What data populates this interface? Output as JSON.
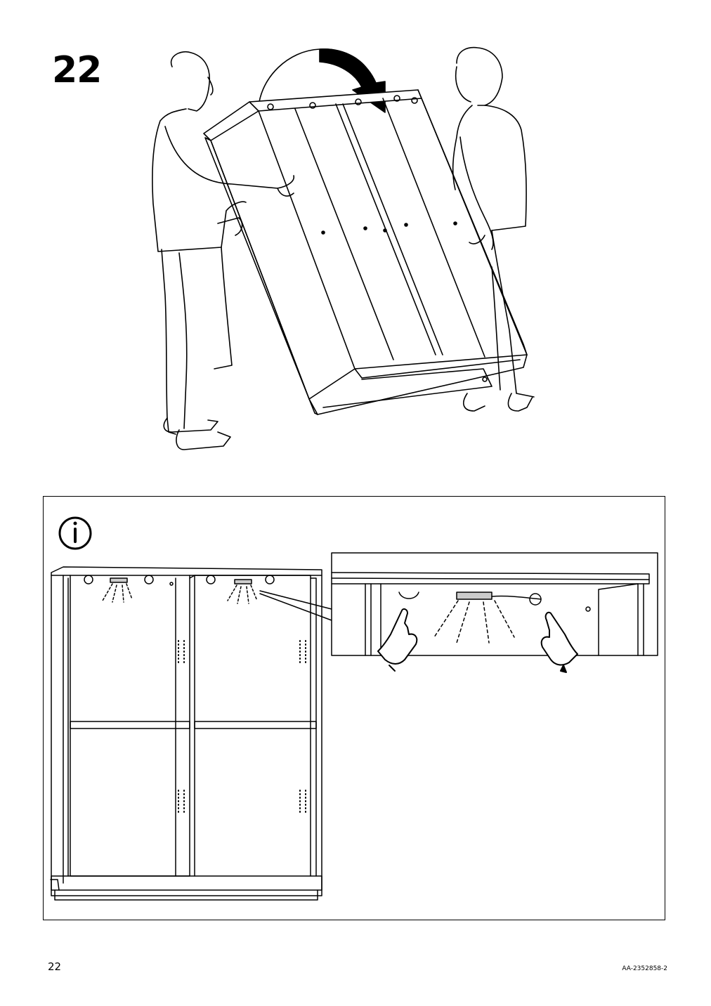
{
  "step": {
    "number": "22"
  },
  "footer": {
    "page_number": "22",
    "document_code": "AA-2352858-2"
  },
  "icons": {
    "info": "info-icon",
    "rotate_arrow": "rotate-arrow-icon",
    "hand_left": "pointing-hand-icon",
    "hand_right": "pointing-hand-icon",
    "light": "led-light-icon"
  }
}
